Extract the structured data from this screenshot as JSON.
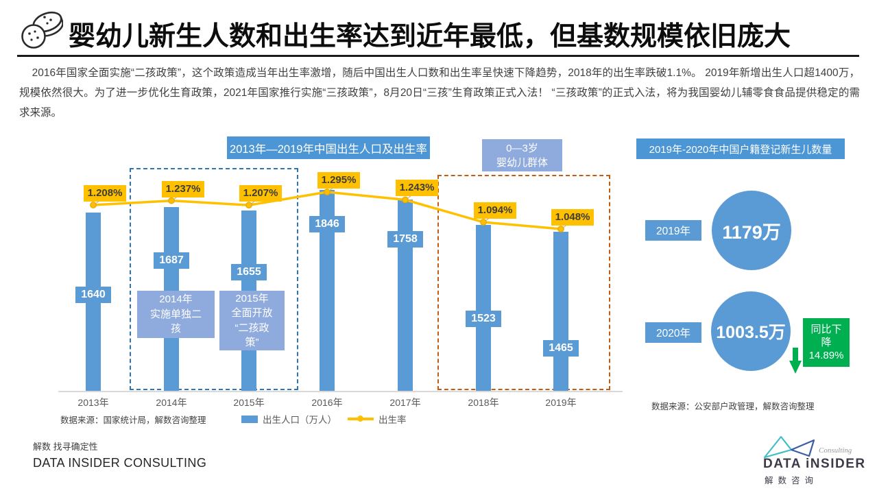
{
  "header": {
    "title": "婴幼儿新生人数和出生率达到近年最低，但基数规模依旧庞大"
  },
  "intro": "2016年国家全面实施“二孩政策”，这个政策造成当年出生率激增，随后中国出生人口数和出生率呈快速下降趋势，2018年的出生率跌破1.1%。 2019年新增出生人口超1400万，规模依然很大。为了进一步优化生育政策，2021年国家推行实施“三孩政策”，8月20日“三孩”生育政策正式入法！ “三孩政策”的正式入法，将为我国婴幼儿辅零食食品提供稳定的需求来源。",
  "chart_data": {
    "type": "bar",
    "title": "2013年—2019年中国出生人口及出生率",
    "categories": [
      "2013年",
      "2014年",
      "2015年",
      "2016年",
      "2017年",
      "2018年",
      "2019年"
    ],
    "series": [
      {
        "name": "出生人口（万人）",
        "type": "bar",
        "color": "#5B9BD5",
        "values": [
          1640,
          1687,
          1655,
          1846,
          1758,
          1523,
          1465
        ]
      },
      {
        "name": "出生率",
        "type": "line",
        "color": "#FFC000",
        "values": [
          1.208,
          1.237,
          1.207,
          1.295,
          1.243,
          1.094,
          1.048
        ],
        "labels": [
          "1.208%",
          "1.237%",
          "1.207%",
          "1.295%",
          "1.243%",
          "1.094%",
          "1.048%"
        ]
      }
    ],
    "legend_position": "bottom",
    "grid": false,
    "annotations": {
      "policy_2014": "2014年\n实施单独二\n孩",
      "policy_2015": "2015年\n全面开放\n“二孩政\n策”",
      "group_0_3": "0—3岁\n婴幼儿群体"
    },
    "highlight_boxes": [
      {
        "categories": [
          "2014年",
          "2015年"
        ],
        "style": "dashed",
        "color": "#2E75B6"
      },
      {
        "categories": [
          "2018年",
          "2019年"
        ],
        "style": "dashed",
        "color": "#C55A11",
        "label": "0—3岁婴幼儿群体"
      }
    ],
    "source": "数据来源：国家统计局，解数咨询整理"
  },
  "right_panel": {
    "title": "2019年-2020年中国户籍登记新生儿数量",
    "rows": [
      {
        "year": "2019年",
        "value": "1179万"
      },
      {
        "year": "2020年",
        "value": "1003.5万"
      }
    ],
    "change_note": "同比下\n降\n14.89%",
    "source": "数据来源：公安部户政管理，解数咨询整理"
  },
  "footer": {
    "slogan": "解数 找寻确定性",
    "company": "DATA INSIDER CONSULTING",
    "logo": {
      "tagline": "Consulting",
      "name": "DATA iNSIDER",
      "cn": "解数咨询"
    }
  },
  "icons": {
    "header": "cookies-icon",
    "logo": "bowtie-triangles-logo",
    "change": "down-arrow-icon"
  },
  "colors": {
    "bar_blue": "#5B9BD5",
    "light_blue_box": "#8FAADC",
    "title_box_blue": "#4D96D5",
    "rate_yellow": "#FFC000",
    "green": "#00B050",
    "dash_blue": "#2E75B6",
    "dash_orange": "#C55A11"
  }
}
